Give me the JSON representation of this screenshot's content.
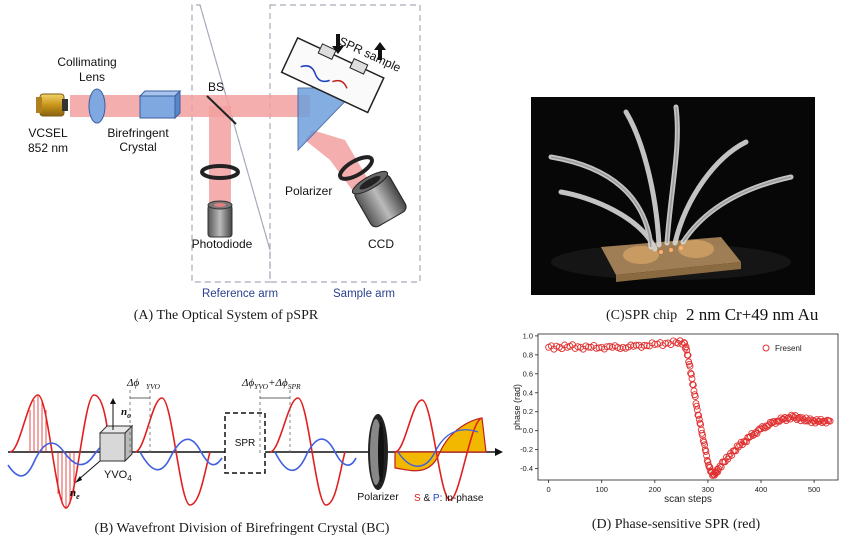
{
  "panel_a": {
    "caption": "(A) The Optical System of pSPR",
    "labels": {
      "source": "VCSEL",
      "wavelength": "852 nm",
      "lens_line1": "Collimating",
      "lens_line2": "Lens",
      "bc_line1": "Birefringent",
      "bc_line2": "Crystal",
      "bs": "BS",
      "sample": "SPR sample",
      "polarizer": "Polarizer",
      "photodiode": "Photodiode",
      "ccd": "CCD",
      "reference_arm": "Reference arm",
      "sample_arm": "Sample arm"
    }
  },
  "panel_b": {
    "caption": "(B) Wavefront Division of Birefringent Crystal (BC)",
    "labels": {
      "n_o": "n",
      "n_o_sub": "o",
      "n_e": "n",
      "n_e_sub": "e",
      "yvo4": "YVO",
      "yvo4_sub": "4",
      "delta1": "Δϕ",
      "delta1_sub": "YVO",
      "delta2a": "Δϕ",
      "delta2a_sub": "YVO",
      "delta2b": "+Δϕ",
      "delta2b_sub": "SPR",
      "spr": "SPR",
      "polarizer": "Polarizer",
      "s": "S",
      "amp": " & ",
      "p": "P",
      "inphase": ": in-phase"
    }
  },
  "panel_c": {
    "caption": "(C)SPR chip",
    "note": "2 nm Cr+49 nm Au"
  },
  "panel_d": {
    "caption": "(D) Phase-sensitive SPR (red)",
    "legend": "Fresenl"
  },
  "colors": {
    "beam": "#f2a0a0",
    "wave_red": "#e02020",
    "wave_blue": "#4060e0",
    "arm_label": "#2a3f8f",
    "fill_yellow": "#f2b800",
    "marker": "#e03030"
  },
  "chart_data": {
    "type": "scatter",
    "title": "",
    "xlabel": "scan steps",
    "ylabel": "phase (rad)",
    "xlim": [
      -20,
      545
    ],
    "ylim": [
      -0.52,
      1.02
    ],
    "xticks": [
      0,
      100,
      200,
      300,
      400,
      500
    ],
    "yticks": [
      -0.4,
      -0.2,
      0.0,
      0.2,
      0.4,
      0.6,
      0.8,
      1.0
    ],
    "xtick_labels": [
      "0",
      "100",
      "200",
      "300",
      "400",
      "500"
    ],
    "ytick_labels": [
      "-0.4",
      "-0.2",
      "0.0",
      "0.2",
      "0.4",
      "0.6",
      "0.8",
      "1.0"
    ],
    "legend_position": "top-right",
    "series": [
      {
        "name": "Fresenl",
        "points": [
          [
            0,
            0.88
          ],
          [
            20,
            0.88
          ],
          [
            40,
            0.89
          ],
          [
            60,
            0.88
          ],
          [
            80,
            0.88
          ],
          [
            100,
            0.88
          ],
          [
            120,
            0.88
          ],
          [
            140,
            0.88
          ],
          [
            160,
            0.89
          ],
          [
            180,
            0.9
          ],
          [
            200,
            0.91
          ],
          [
            220,
            0.92
          ],
          [
            240,
            0.93
          ],
          [
            255,
            0.93
          ],
          [
            260,
            0.85
          ],
          [
            265,
            0.7
          ],
          [
            270,
            0.55
          ],
          [
            275,
            0.38
          ],
          [
            280,
            0.22
          ],
          [
            285,
            0.08
          ],
          [
            290,
            -0.05
          ],
          [
            295,
            -0.2
          ],
          [
            300,
            -0.33
          ],
          [
            305,
            -0.43
          ],
          [
            310,
            -0.46
          ],
          [
            315,
            -0.45
          ],
          [
            320,
            -0.4
          ],
          [
            330,
            -0.33
          ],
          [
            340,
            -0.27
          ],
          [
            350,
            -0.21
          ],
          [
            360,
            -0.15
          ],
          [
            370,
            -0.11
          ],
          [
            380,
            -0.06
          ],
          [
            390,
            -0.02
          ],
          [
            400,
            0.02
          ],
          [
            410,
            0.05
          ],
          [
            420,
            0.08
          ],
          [
            430,
            0.1
          ],
          [
            440,
            0.12
          ],
          [
            450,
            0.13
          ],
          [
            460,
            0.15
          ],
          [
            470,
            0.13
          ],
          [
            480,
            0.12
          ],
          [
            490,
            0.11
          ],
          [
            500,
            0.1
          ],
          [
            510,
            0.1
          ],
          [
            520,
            0.1
          ],
          [
            530,
            0.1
          ]
        ]
      }
    ]
  }
}
